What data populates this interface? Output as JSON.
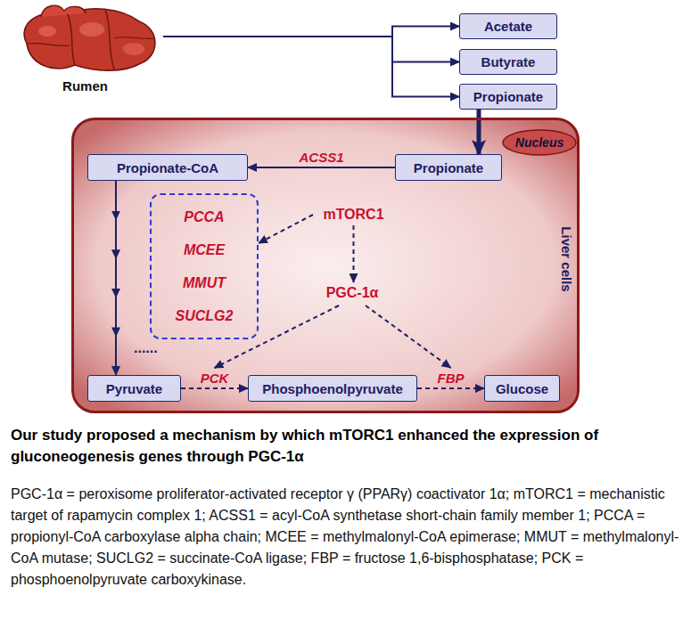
{
  "diagram": {
    "caption": "Our study proposed a mechanism by which mTORC1 enhanced the expression of gluconeogenesis genes through PGC-1α",
    "nodes": [
      {
        "text": [
          "Rumen"
        ]
      },
      {
        "text": [
          "Acetate"
        ]
      },
      {
        "text": [
          "Butyrate"
        ]
      },
      {
        "text": [
          "Propionate"
        ]
      },
      {
        "text": [
          "Liver cells"
        ]
      },
      {
        "text": [
          "Nucleus"
        ],
        "in": 4
      },
      {
        "text": [
          "Propionate-CoA"
        ],
        "in": 4
      },
      {
        "text": [
          "Propionate"
        ],
        "in": 4
      },
      {
        "text": [
          "mTORC1"
        ],
        "in": 4
      },
      {
        "text": [
          "PCCA",
          "MCEE",
          "MMUT",
          "SUCLG2"
        ],
        "in": 4
      },
      {
        "text": [
          "PGC-1α"
        ],
        "in": 4
      },
      {
        "text": [
          "Pyruvate"
        ],
        "in": 4
      },
      {
        "text": [
          "Phosphoenolpyruvate"
        ],
        "in": 4
      },
      {
        "text": [
          "Glucose"
        ],
        "in": 4
      }
    ],
    "edges": [
      {
        "from": 0,
        "to": 1,
        "arrow": "to"
      },
      {
        "from": 0,
        "to": 2,
        "arrow": "to"
      },
      {
        "from": 0,
        "to": 3,
        "arrow": "to"
      },
      {
        "from": 3,
        "to": 7,
        "arrow": "to"
      },
      {
        "from": 7,
        "to": 6,
        "label": "ACSS1",
        "arrow": "to"
      },
      {
        "from": 6,
        "to": 11,
        "arrow": "to"
      },
      {
        "from": 11,
        "to": 12,
        "label": "PCK",
        "arrow": "to"
      },
      {
        "from": 12,
        "to": 13,
        "label": "FBP",
        "arrow": "to"
      },
      {
        "from": 8,
        "to": 9,
        "arrow": "to"
      },
      {
        "from": 8,
        "to": 10,
        "arrow": "to"
      }
    ],
    "labels": [
      "......",
      "PGC-1α = peroxisome proliferator-activated receptor γ (PPARγ) coactivator 1α; mTORC1 = mechanistic target of rapamycin complex 1; ACSS1 = acyl-CoA synthetase short-chain family member 1; PCCA = propionyl-CoA carboxylase alpha chain; MCEE = methylmalonyl-CoA epimerase; MMUT = methylmalonyl-CoA mutase; SUCLG2 = succinate-CoA ligase; FBP = fructose 1,6-bisphosphatase; PCK = phosphoenolpyruvate carboxykinase."
    ]
  }
}
